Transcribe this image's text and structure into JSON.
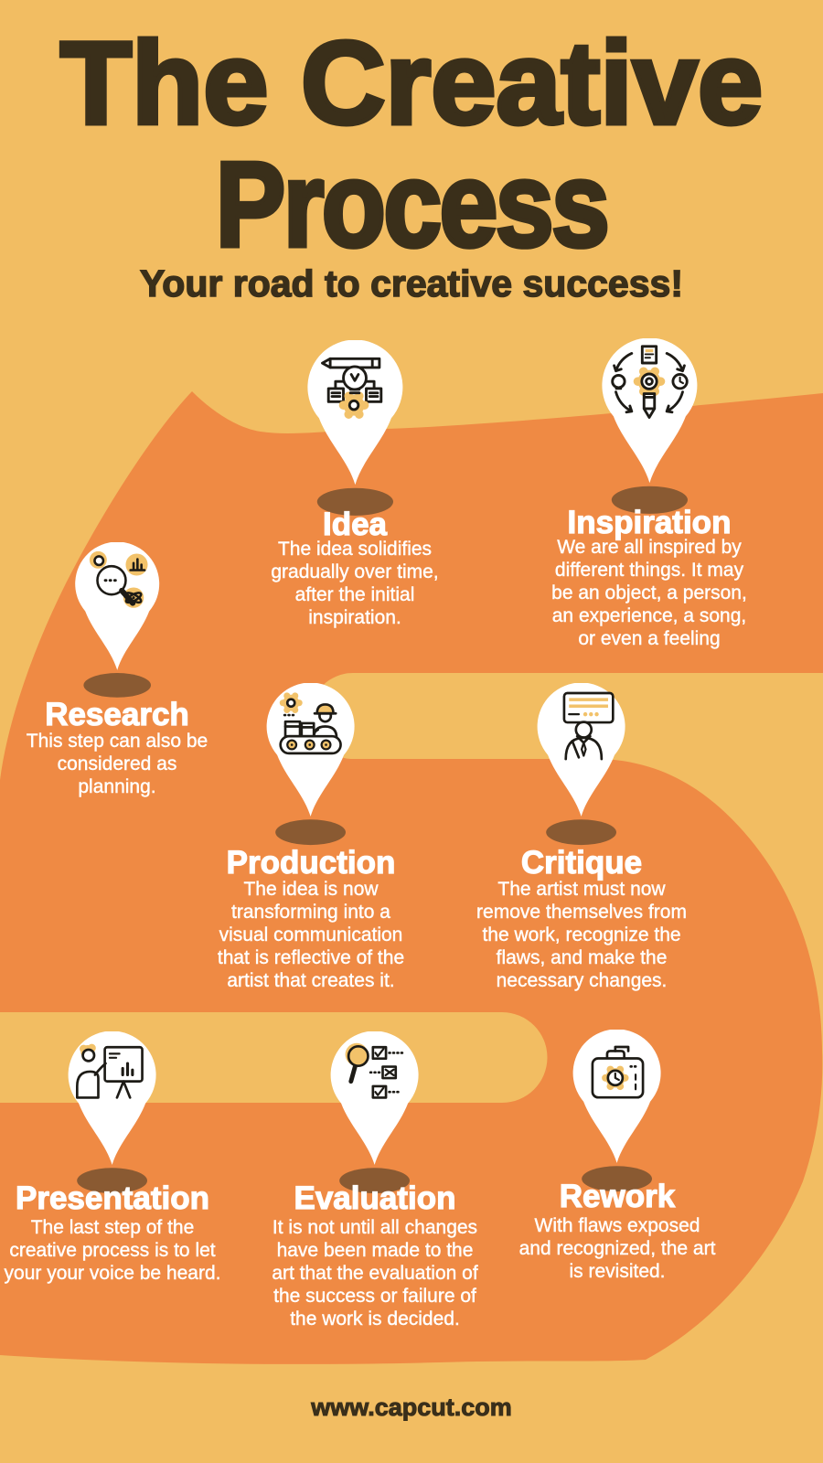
{
  "page": {
    "title_line1": "The Creative",
    "title_line2": "Process",
    "subtitle": "Your road to creative success!",
    "footer": "www.capcut.com"
  },
  "colors": {
    "bg": "#F2BD62",
    "road": "#EF8A44",
    "title": "#3A2F1A",
    "pin_shadow": "#8A5A32",
    "text": "#FFFFFF",
    "icon_accent": "#F2C26A",
    "icon_line": "#1D1B16"
  },
  "steps": [
    {
      "id": "idea",
      "title": "Idea",
      "icon": "idea-icon",
      "description": "The idea solidifies\ngradually over time,\nafter the initial\ninspiration."
    },
    {
      "id": "inspiration",
      "title": "Inspiration",
      "icon": "inspiration-icon",
      "description": "We are all inspired by\ndifferent things.  It may\nbe an object, a person,\nan experience, a song,\nor even a feeling"
    },
    {
      "id": "research",
      "title": "Research",
      "icon": "research-icon",
      "description": "This step can also be\nconsidered as\nplanning."
    },
    {
      "id": "production",
      "title": "Production",
      "icon": "production-icon",
      "description": "The idea is now\ntransforming into a\nvisual communication\nthat is reflective of the\nartist that creates it."
    },
    {
      "id": "critique",
      "title": "Critique",
      "icon": "critique-icon",
      "description": "The artist must now\nremove themselves from\nthe work, recognize the\nflaws, and make the\nnecessary changes."
    },
    {
      "id": "presentation",
      "title": "Presentation",
      "icon": "presentation-icon",
      "description": "The last step of the\ncreative process is to let\nyour your voice be heard."
    },
    {
      "id": "evaluation",
      "title": "Evaluation",
      "icon": "evaluation-icon",
      "description": "It is not until all changes\nhave been made to the\nart that the evaluation of\nthe success or failure of\nthe work is decided."
    },
    {
      "id": "rework",
      "title": "Rework",
      "icon": "rework-icon",
      "description": "With flaws exposed\nand recognized, the art\nis revisited."
    }
  ]
}
